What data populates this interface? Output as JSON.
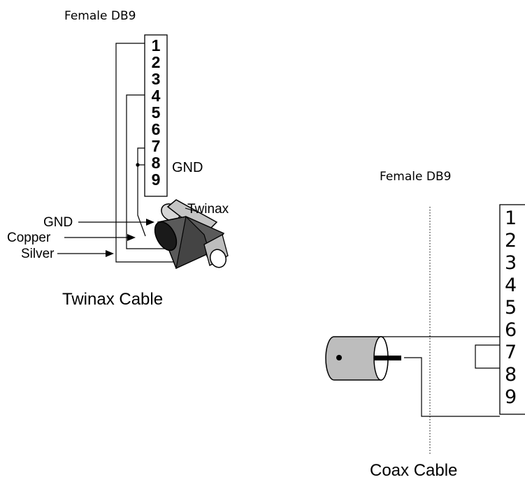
{
  "twinax": {
    "connector_label": "Female DB9",
    "pins": [
      "1",
      "2",
      "3",
      "4",
      "5",
      "6",
      "7",
      "8",
      "9"
    ],
    "gnd_pin_label": "GND",
    "cable_label": "Twinax",
    "wire_labels": [
      "GND",
      "Copper",
      "Silver"
    ],
    "caption": "Twinax Cable"
  },
  "coax": {
    "connector_label": "Female DB9",
    "pins": [
      "1",
      "2",
      "3",
      "4",
      "5",
      "6",
      "7",
      "8",
      "9"
    ],
    "caption": "Coax Cable"
  },
  "colors": {
    "line": "#000000",
    "plug_light": "#bdbdbd",
    "plug_dark": "#5a5a5a",
    "background": "#ffffff"
  }
}
